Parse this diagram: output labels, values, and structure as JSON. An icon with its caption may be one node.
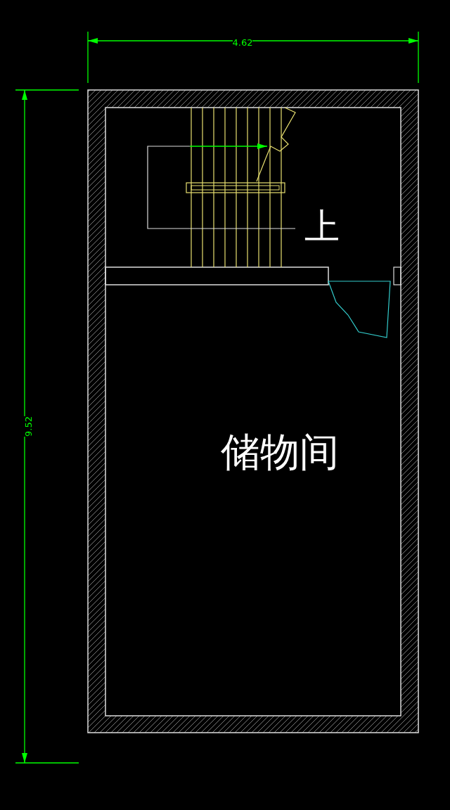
{
  "diagram": {
    "labels": [
      "4.62",
      "9.52",
      "上",
      "储物间"
    ]
  }
}
